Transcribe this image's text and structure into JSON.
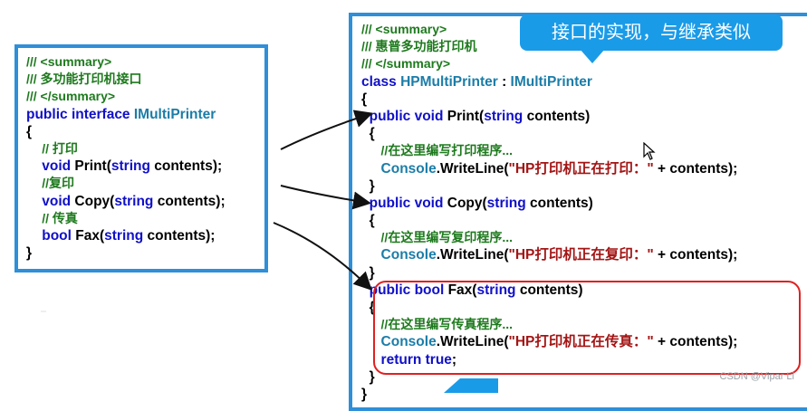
{
  "callout": {
    "text": "接口的实现，与继承类似"
  },
  "watermark": "CSDN @Vipar Li",
  "left_code": [
    [
      [
        "cm",
        "/// <summary>"
      ]
    ],
    [
      [
        "cm",
        "/// 多功能打印机接口"
      ]
    ],
    [
      [
        "cm",
        "/// </summary>"
      ]
    ],
    [
      [
        "kw",
        "public interface "
      ],
      [
        "ty",
        "IMultiPrinter"
      ]
    ],
    [
      [
        "tx",
        "{"
      ]
    ],
    [
      [
        "tx",
        "    "
      ],
      [
        "cm",
        "// 打印"
      ]
    ],
    [
      [
        "tx",
        "    "
      ],
      [
        "kw",
        "void "
      ],
      [
        "tx",
        "Print("
      ],
      [
        "kw",
        "string "
      ],
      [
        "tx",
        "contents);"
      ]
    ],
    [
      [
        "tx",
        "    "
      ],
      [
        "cm",
        "//复印"
      ]
    ],
    [
      [
        "tx",
        "    "
      ],
      [
        "kw",
        "void "
      ],
      [
        "tx",
        "Copy("
      ],
      [
        "kw",
        "string "
      ],
      [
        "tx",
        "contents);"
      ]
    ],
    [
      [
        "tx",
        "    "
      ],
      [
        "cm",
        "// 传真"
      ]
    ],
    [
      [
        "tx",
        "    "
      ],
      [
        "kw",
        "bool "
      ],
      [
        "tx",
        "Fax("
      ],
      [
        "kw",
        "string "
      ],
      [
        "tx",
        "contents);"
      ]
    ],
    [
      [
        "tx",
        "}"
      ]
    ]
  ],
  "right_code": [
    [
      [
        "cm",
        "/// <summary>"
      ]
    ],
    [
      [
        "cm",
        "/// 惠普多功能打印机"
      ]
    ],
    [
      [
        "cm",
        "/// </summary>"
      ]
    ],
    [
      [
        "kw",
        "class "
      ],
      [
        "ty",
        "HPMultiPrinter "
      ],
      [
        "tx",
        ": "
      ],
      [
        "ty",
        "IMultiPrinter"
      ]
    ],
    [
      [
        "tx",
        "{"
      ]
    ],
    [
      [
        "tx",
        "  "
      ],
      [
        "kw",
        "public void "
      ],
      [
        "tx",
        "Print("
      ],
      [
        "kw",
        "string "
      ],
      [
        "tx",
        "contents)"
      ]
    ],
    [
      [
        "tx",
        "  {"
      ]
    ],
    [
      [
        "tx",
        "     "
      ],
      [
        "cm",
        "//在这里编写打印程序..."
      ]
    ],
    [
      [
        "tx",
        "     "
      ],
      [
        "ty",
        "Console"
      ],
      [
        "tx",
        ".WriteLine("
      ],
      [
        "st",
        "\"HP打印机正在打印：\""
      ],
      [
        "tx",
        " + contents);"
      ]
    ],
    [
      [
        "tx",
        "  }"
      ]
    ],
    [
      [
        "tx",
        "  "
      ],
      [
        "kw",
        "public void "
      ],
      [
        "tx",
        "Copy("
      ],
      [
        "kw",
        "string "
      ],
      [
        "tx",
        "contents)"
      ]
    ],
    [
      [
        "tx",
        "  {"
      ]
    ],
    [
      [
        "tx",
        "     "
      ],
      [
        "cm",
        "//在这里编写复印程序..."
      ]
    ],
    [
      [
        "tx",
        "     "
      ],
      [
        "ty",
        "Console"
      ],
      [
        "tx",
        ".WriteLine("
      ],
      [
        "st",
        "\"HP打印机正在复印：\""
      ],
      [
        "tx",
        " + contents);"
      ]
    ],
    [
      [
        "tx",
        "  }"
      ]
    ],
    [
      [
        "tx",
        "  "
      ],
      [
        "kw",
        "public bool "
      ],
      [
        "tx",
        "Fax("
      ],
      [
        "kw",
        "string "
      ],
      [
        "tx",
        "contents)"
      ]
    ],
    [
      [
        "tx",
        "  {"
      ]
    ],
    [
      [
        "tx",
        "     "
      ],
      [
        "cm",
        "//在这里编写传真程序..."
      ]
    ],
    [
      [
        "tx",
        "     "
      ],
      [
        "ty",
        "Console"
      ],
      [
        "tx",
        ".WriteLine("
      ],
      [
        "st",
        "\"HP打印机正在传真：\""
      ],
      [
        "tx",
        " + contents);"
      ]
    ],
    [
      [
        "tx",
        "     "
      ],
      [
        "kw",
        "return true"
      ],
      [
        "tx",
        ";"
      ]
    ],
    [
      [
        "tx",
        "  }"
      ]
    ],
    [
      [
        "tx",
        "}"
      ]
    ]
  ],
  "colors": {
    "panel_border": "#2f8fd8",
    "callout_bg": "#1a9be8",
    "highlight_border": "#e02020",
    "comment": "#1e7a1e",
    "keyword": "#1010c8",
    "type": "#1b7da8",
    "string": "#a31515"
  },
  "icons": [
    "mouse-cursor-icon",
    "arrow-icon"
  ]
}
